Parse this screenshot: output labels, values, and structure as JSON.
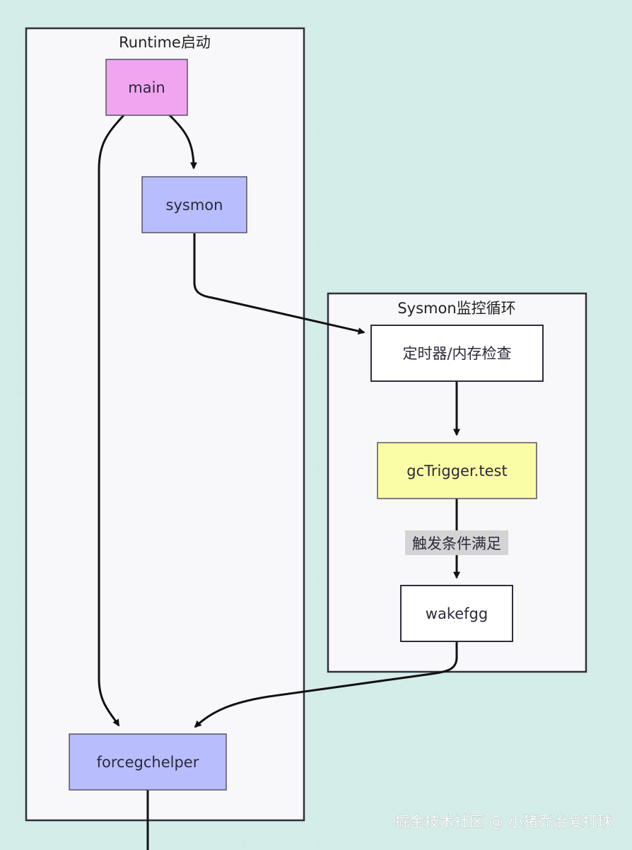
{
  "colors": {
    "cluster_fill": "#f8f8fb",
    "cluster_stroke": "#2f2f3c",
    "main_fill": "#f1a5f1",
    "blue_fill": "#b8bdfd",
    "white_fill": "#ffffff",
    "yellow_fill": "#fbfca6",
    "node_stroke": "#555566",
    "edge": "#111111",
    "edge_label_bg": "#d4d4d4",
    "grid_plus": "#cfe9e4"
  },
  "clusters": {
    "runtime": {
      "title": "Runtime启动"
    },
    "sysmon_loop": {
      "title": "Sysmon监控循环"
    }
  },
  "nodes": {
    "main": {
      "label": "main"
    },
    "sysmon": {
      "label": "sysmon"
    },
    "timer_check": {
      "label": "定时器/内存检查"
    },
    "gc_trigger": {
      "label": "gcTrigger.test"
    },
    "wakefgg": {
      "label": "wakefgg"
    },
    "forcegchelper": {
      "label": "forcegchelper"
    }
  },
  "edges": {
    "gc_to_wake_label": "触发条件满足"
  },
  "watermark": "掘金技术社区 @ 小猪乔治爱打球"
}
